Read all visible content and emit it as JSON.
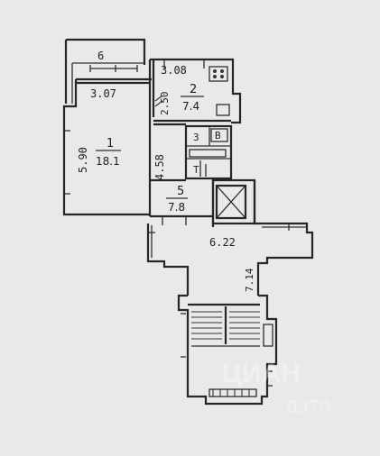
{
  "rooms": [
    {
      "number": "1",
      "area": "18.1",
      "width": "3.07",
      "length": "5.90"
    },
    {
      "number": "2",
      "area": "7.4",
      "width": "3.08",
      "length": "2.50"
    },
    {
      "number": "3",
      "bath_label": "В",
      "wc_label": "Т"
    },
    {
      "number": "5",
      "area": "7.8",
      "length": "4.58"
    }
  ],
  "balcony_dim": "6",
  "landing": {
    "width": "6.22",
    "depth": "7.14"
  },
  "watermark": {
    "brand": "ЦИАН",
    "code": "0370"
  }
}
